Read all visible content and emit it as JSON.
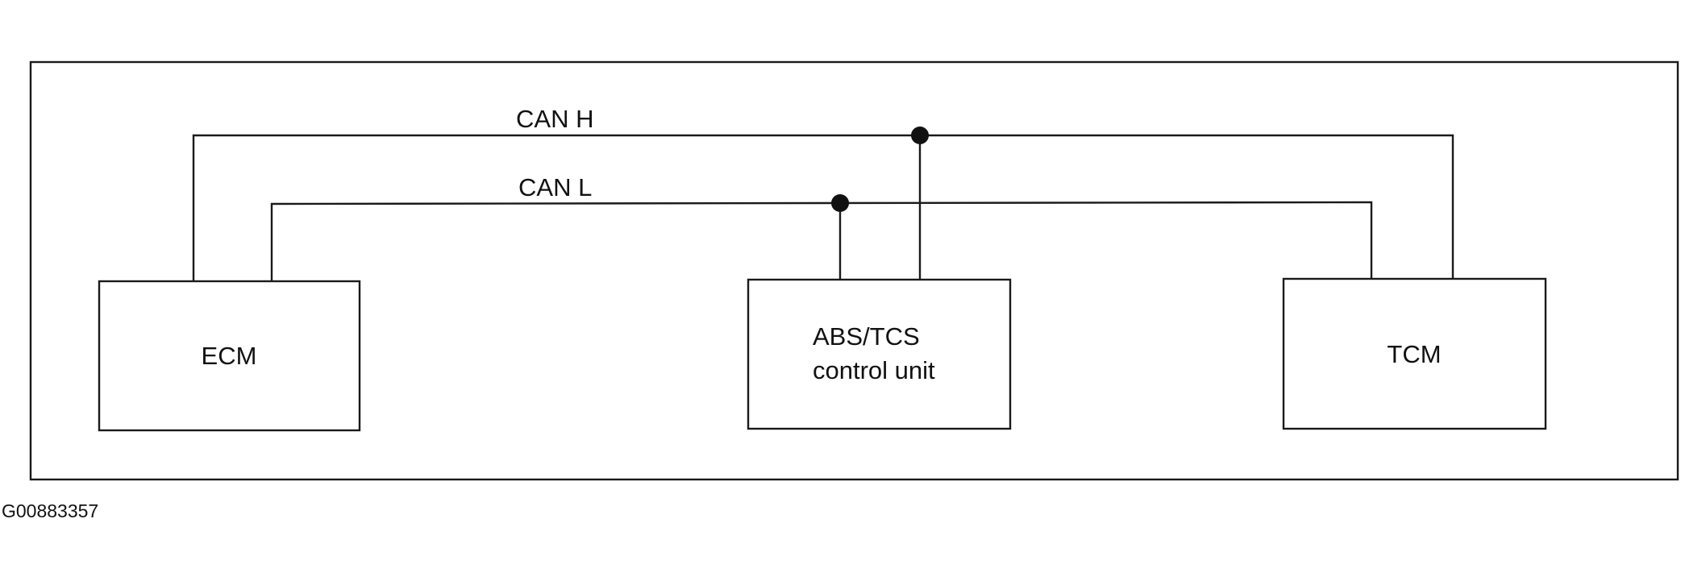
{
  "diagram": {
    "buses": {
      "can_h": "CAN H",
      "can_l": "CAN L"
    },
    "modules": {
      "ecm": "ECM",
      "abs_tcs_line1": "ABS/TCS",
      "abs_tcs_line2": "control unit",
      "tcm": "TCM"
    }
  },
  "figure_id": "G00883357",
  "colors": {
    "line": "#1a1a1a",
    "background": "#ffffff"
  }
}
